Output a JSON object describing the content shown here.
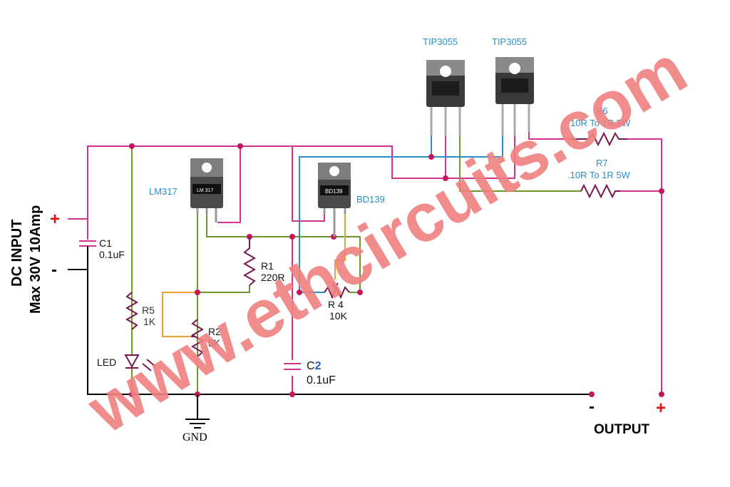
{
  "input": {
    "title_line1": "DC INPUT",
    "title_line2": "Max 30V 10Amp",
    "plus": "+",
    "minus": "-"
  },
  "components": {
    "q1_label": "TIP3055",
    "q2_label": "TIP3055",
    "lm317_label": "LM317",
    "lm317_body": "LM 317",
    "bd139_label": "BD139",
    "bd139_body": "BD139",
    "c1_name": "C1",
    "c1_value": "0.1uF",
    "r5_name": "R5",
    "r5_value": "1K",
    "led_label": "LED",
    "r1_name": "R1",
    "r1_value": "220R",
    "r2_name": "R2",
    "r2_value": "5K",
    "r4_name": "R 4",
    "r4_value": "10K",
    "c2_name": "C",
    "c2_num": "2",
    "c2_value": "0.1uF",
    "r6_name": "R6",
    "r6_value": "10R To 1R 5W",
    "r7_name": "R7",
    "r7_value": ".10R To 1R 5W",
    "gnd_label": "GND"
  },
  "output": {
    "minus": "-",
    "plus": "+",
    "title": "OUTPUT"
  },
  "watermark": "www.ethcircuits.com",
  "colors": {
    "pink_wire": "#d6338f",
    "green_wire": "#6c9a2a",
    "blue_wire": "#2b8fc6",
    "orange_wire": "#f0a030",
    "black_wire": "#000000",
    "node": "#c2185b",
    "resistor": "#7a1650",
    "red_sign": "#e01010"
  }
}
